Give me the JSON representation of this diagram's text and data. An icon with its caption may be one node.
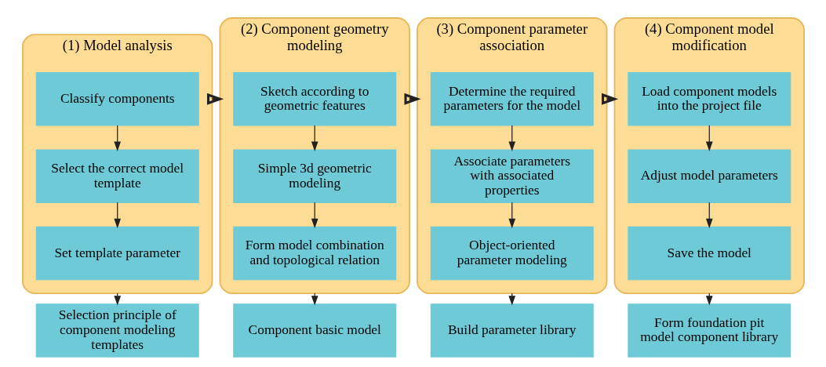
{
  "diagram": {
    "nodes": [
      {
        "text": [
          "(1) Model analysis"
        ]
      },
      {
        "text": [
          "Classify components"
        ],
        "in": 0
      },
      {
        "text": [
          "Select the correct model template"
        ],
        "in": 0
      },
      {
        "text": [
          "Set template parameter"
        ],
        "in": 0
      },
      {
        "text": [
          "(2) Component geometry modeling"
        ]
      },
      {
        "text": [
          "Sketch according to geometric features"
        ],
        "in": 4
      },
      {
        "text": [
          "Simple 3d geometric modeling"
        ],
        "in": 4
      },
      {
        "text": [
          "Form model combination and topological relation"
        ],
        "in": 4
      },
      {
        "text": [
          "(3) Component parameter association"
        ]
      },
      {
        "text": [
          "Determine the required parameters for the model"
        ],
        "in": 8
      },
      {
        "text": [
          "Associate parameters with associated properties"
        ],
        "in": 8
      },
      {
        "text": [
          "Object-oriented parameter modeling"
        ],
        "in": 8
      },
      {
        "text": [
          "(4) Component model modification"
        ]
      },
      {
        "text": [
          "Load component models into the project file"
        ],
        "in": 12
      },
      {
        "text": [
          "Adjust model parameters"
        ],
        "in": 12
      },
      {
        "text": [
          "Save the model"
        ],
        "in": 12
      },
      {
        "text": [
          "Selection principle of component modeling templates"
        ]
      },
      {
        "text": [
          "Component basic model"
        ]
      },
      {
        "text": [
          "Build parameter library"
        ]
      },
      {
        "text": [
          "Form foundation pit model component library"
        ]
      }
    ],
    "edges": [
      {
        "from": 0,
        "to": 4,
        "arrow": "to",
        "style": "thick"
      },
      {
        "from": 4,
        "to": 8,
        "arrow": "to",
        "style": "thick"
      },
      {
        "from": 8,
        "to": 12,
        "arrow": "to",
        "style": "thick"
      },
      {
        "from": 1,
        "to": 2,
        "arrow": "to"
      },
      {
        "from": 2,
        "to": 3,
        "arrow": "to"
      },
      {
        "from": 0,
        "to": 16,
        "arrow": "to"
      },
      {
        "from": 5,
        "to": 6,
        "arrow": "to"
      },
      {
        "from": 6,
        "to": 7,
        "arrow": "to"
      },
      {
        "from": 4,
        "to": 17,
        "arrow": "to"
      },
      {
        "from": 9,
        "to": 10,
        "arrow": "to"
      },
      {
        "from": 10,
        "to": 11,
        "arrow": "to"
      },
      {
        "from": 8,
        "to": 18,
        "arrow": "to"
      },
      {
        "from": 13,
        "to": 14,
        "arrow": "to"
      },
      {
        "from": 14,
        "to": 15,
        "arrow": "to"
      },
      {
        "from": 12,
        "to": 19,
        "arrow": "to"
      }
    ]
  }
}
